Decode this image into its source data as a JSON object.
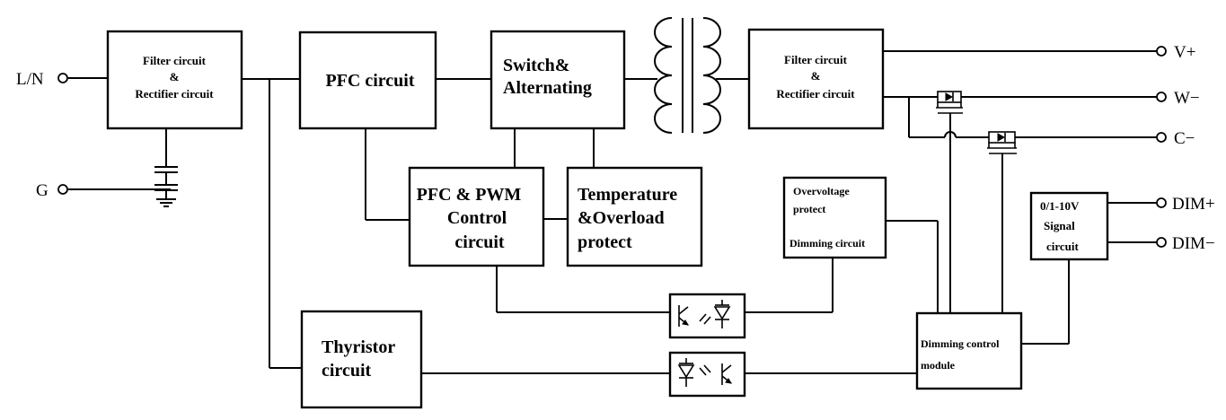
{
  "blocks": {
    "input_filter": {
      "line1": "Filter circuit",
      "line2": "&",
      "line3": "Rectifier circuit"
    },
    "pfc": {
      "label": "PFC circuit"
    },
    "switch": {
      "line1": "Switch&",
      "line2": "Alternating"
    },
    "output_filter": {
      "line1": "Filter circuit",
      "line2": "&",
      "line3": "Rectifier circuit"
    },
    "pfc_pwm": {
      "line1": "PFC & PWM",
      "line2": "Control",
      "line3": "circuit"
    },
    "temp": {
      "line1": "Temperature",
      "line2": "&Overload",
      "line3": "protect"
    },
    "ov_dim": {
      "line1": "Overvoltage",
      "line2": "protect",
      "line3": "Dimming circuit"
    },
    "signal": {
      "line1": "0/1-10V",
      "line2": "Signal",
      "line3": "circuit"
    },
    "thyristor": {
      "line1": "Thyristor",
      "line2": "circuit"
    },
    "dim_module": {
      "line1": "Dimming control",
      "line2": "module"
    }
  },
  "terminals": {
    "ln": "L/N",
    "g": "G",
    "vplus": "V+",
    "wminus": "W−",
    "cminus": "C−",
    "dimplus": "DIM+",
    "dimminus": "DIM−"
  }
}
